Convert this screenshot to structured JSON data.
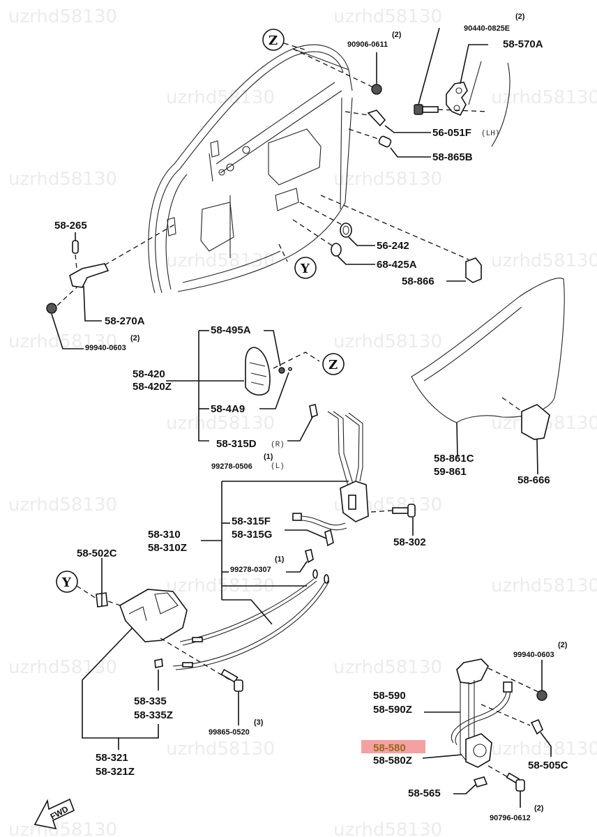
{
  "diagram": {
    "title": "Door lock / window regulator exploded parts diagram",
    "watermark": "uzrhd58130",
    "highlight_color": "#f08a8a",
    "callouts": [
      "Z",
      "Y"
    ],
    "forward_indicator": "FWD",
    "parts": {
      "p90906": {
        "number": "90906-0611",
        "qty": "(2)"
      },
      "p90440": {
        "number": "90440-0825E",
        "qty": "(2)"
      },
      "p58570A": {
        "number": "58-570A"
      },
      "p56051F": {
        "number": "56-051F",
        "side": "(LH)"
      },
      "p58865B": {
        "number": "58-865B"
      },
      "p58265": {
        "number": "58-265"
      },
      "p58270A": {
        "number": "58-270A"
      },
      "p99940a": {
        "number": "99940-0603",
        "qty": "(2)"
      },
      "p56242": {
        "number": "56-242"
      },
      "p68425A": {
        "number": "68-425A"
      },
      "p58866": {
        "number": "58-866"
      },
      "p58495A": {
        "number": "58-495A"
      },
      "p58420": {
        "number": "58-420"
      },
      "p58420Z": {
        "number": "58-420Z"
      },
      "p584A9": {
        "number": "58-4A9"
      },
      "p58315D": {
        "number": "58-315D",
        "side": "(R)"
      },
      "p99278a": {
        "number": "99278-0506",
        "qty": "(1)",
        "side": "(L)"
      },
      "p58861C": {
        "number": "58-861C"
      },
      "p59861": {
        "number": "59-861"
      },
      "p58666": {
        "number": "58-666"
      },
      "p58310": {
        "number": "58-310"
      },
      "p58310Z": {
        "number": "58-310Z"
      },
      "p58315F": {
        "number": "58-315F"
      },
      "p58315G": {
        "number": "58-315G"
      },
      "p58302": {
        "number": "58-302"
      },
      "p99278b": {
        "number": "99278-0307",
        "qty": "(1)"
      },
      "p58502C": {
        "number": "58-502C"
      },
      "p58335": {
        "number": "58-335"
      },
      "p58335Z": {
        "number": "58-335Z"
      },
      "p99865": {
        "number": "99865-0520",
        "qty": "(3)"
      },
      "p58321": {
        "number": "58-321"
      },
      "p58321Z": {
        "number": "58-321Z"
      },
      "p99940b": {
        "number": "99940-0603",
        "qty": "(2)"
      },
      "p58590": {
        "number": "58-590"
      },
      "p58590Z": {
        "number": "58-590Z"
      },
      "p58580": {
        "number": "58-580",
        "highlighted": true
      },
      "p58580Z": {
        "number": "58-580Z"
      },
      "p58505C": {
        "number": "58-505C"
      },
      "p58565": {
        "number": "58-565"
      },
      "p90796": {
        "number": "90796-0612",
        "qty": "(2)"
      }
    }
  }
}
